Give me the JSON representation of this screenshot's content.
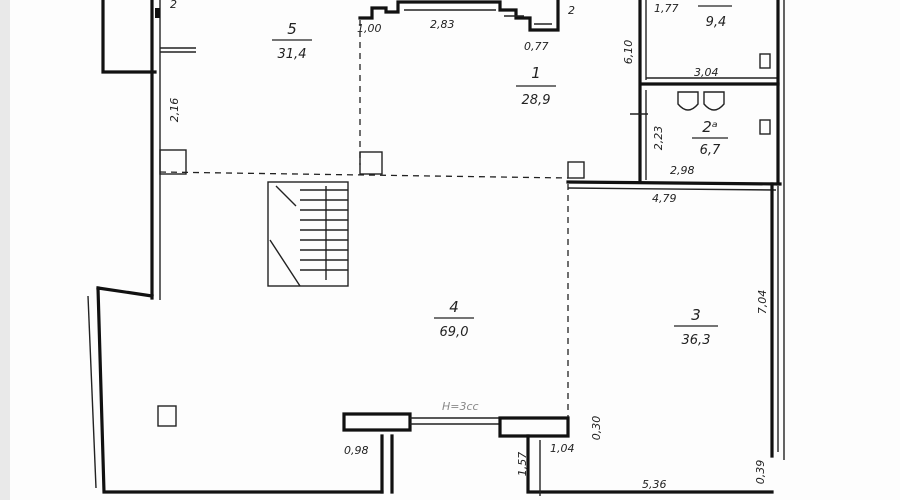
{
  "plan": {
    "rooms": [
      {
        "id": "room-5",
        "number": "5",
        "area": "31,4"
      },
      {
        "id": "room-1",
        "number": "1",
        "area": "28,9"
      },
      {
        "id": "room-2a",
        "number": "2ᵃ",
        "area": "6,7"
      },
      {
        "id": "room-3",
        "number": "3",
        "area": "36,3"
      },
      {
        "id": "room-4",
        "number": "4",
        "area": "69,0"
      },
      {
        "id": "room-top-right",
        "number": "",
        "area": "9,4"
      }
    ],
    "dimensions": {
      "d_2_top_left": "2",
      "d_1_00": "1,00",
      "d_2_83": "2,83",
      "d_2_top_mid": "2",
      "d_0_77": "0,77",
      "d_1_77": "1,77",
      "d_6_10": "6,10",
      "d_3_04": "3,04",
      "d_2_16": "2,16",
      "d_2_23": "2,23",
      "d_2_98": "2,98",
      "d_4_79": "4,79",
      "d_7_04": "7,04",
      "d_0_30": "0,30",
      "d_1_04": "1,04",
      "d_0_98": "0,98",
      "d_1_57": "1,57",
      "d_5_36": "5,36",
      "d_0_39": "0,39"
    },
    "height_note": "H=3cc"
  }
}
